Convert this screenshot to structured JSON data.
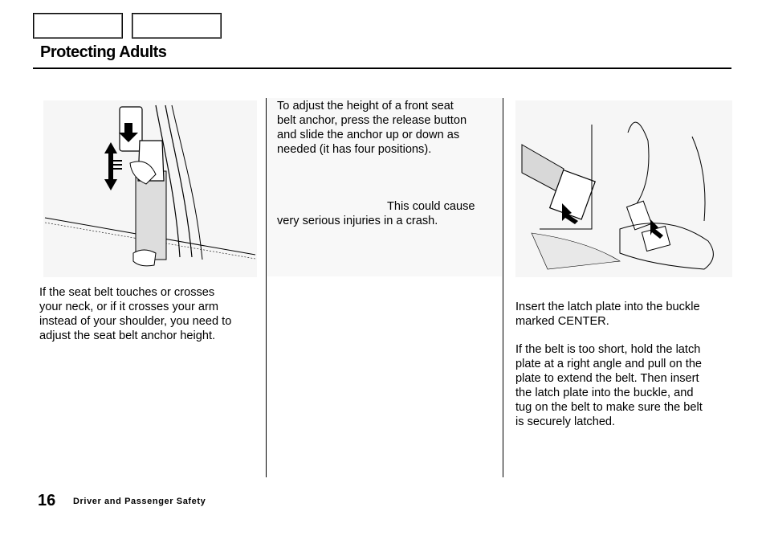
{
  "header": {
    "title": "Protecting Adults"
  },
  "left": {
    "paragraph": "If the seat belt touches or crosses\nyour neck, or if it crosses your arm\ninstead of your shoulder, you need to\nadjust the seat belt anchor height."
  },
  "middle": {
    "paragraph1": "To adjust the height of a front seat\nbelt anchor, press the release button\nand slide the anchor up or down as\nneeded (it has four positions).",
    "paragraph2_line1": "This could cause",
    "paragraph2_line2": "very serious injuries in a crash."
  },
  "right": {
    "paragraph1": "Insert the latch plate into the buckle\nmarked CENTER.",
    "paragraph2": "If the belt is too short, hold the latch\nplate at a right angle and pull on the\nplate to extend the belt. Then insert\nthe latch plate into the buckle, and\ntug on the belt to make sure the belt\nis securely latched."
  },
  "footer": {
    "page_number": "16",
    "section": "Driver and Passenger Safety"
  }
}
